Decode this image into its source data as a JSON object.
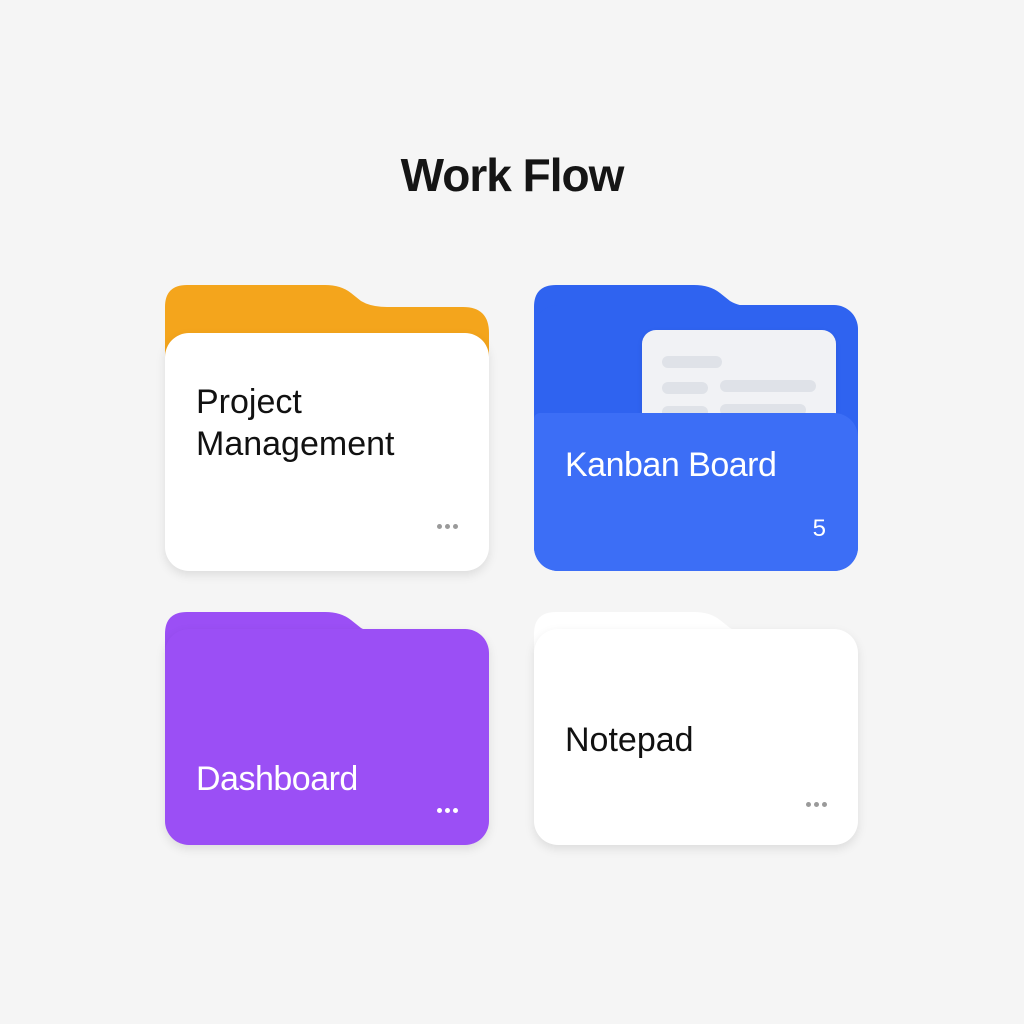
{
  "page": {
    "title": "Work Flow"
  },
  "folders": [
    {
      "label": "Project Management",
      "label_lines": [
        "Project",
        "Management"
      ],
      "tab_color": "#f4a51c",
      "body_color": "#ffffff",
      "menu_icon": "more-horizontal-icon"
    },
    {
      "label": "Kanban Board",
      "count": "5",
      "color": "#3c6ef6",
      "icon": "document-sheet-icon"
    },
    {
      "label": "Dashboard",
      "color": "#9b4ff5",
      "menu_icon": "more-horizontal-icon"
    },
    {
      "label": "Notepad",
      "color": "#ffffff",
      "menu_icon": "more-horizontal-icon"
    }
  ]
}
